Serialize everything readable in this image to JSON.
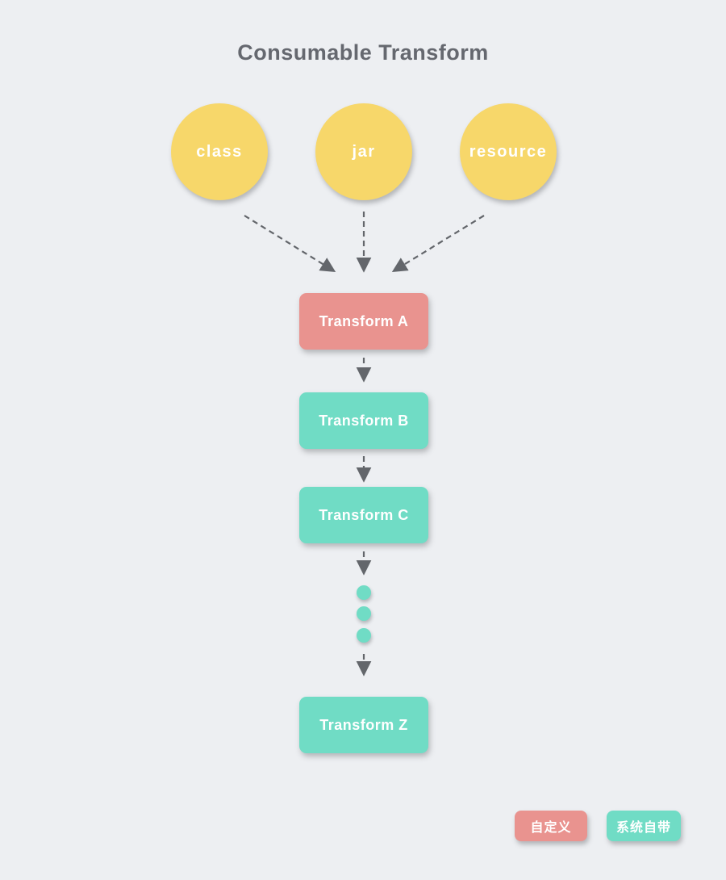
{
  "title": "Consumable Transform",
  "colors": {
    "background": "#edeff2",
    "source_fill": "#f7d76a",
    "custom_fill": "#e9938f",
    "system_fill": "#70dcc5",
    "arrow": "#63666b",
    "title_text": "#65686f",
    "node_text": "#ffffff"
  },
  "sources": [
    {
      "label": "class"
    },
    {
      "label": "jar"
    },
    {
      "label": "resource"
    }
  ],
  "transforms": [
    {
      "label": "Transform A",
      "type": "custom"
    },
    {
      "label": "Transform B",
      "type": "system"
    },
    {
      "label": "Transform C",
      "type": "system"
    },
    {
      "label": "Transform Z",
      "type": "system"
    }
  ],
  "ellipsis": {
    "dot_count": 3
  },
  "legend": [
    {
      "label": "自定义",
      "type": "custom"
    },
    {
      "label": "系统自带",
      "type": "system"
    }
  ]
}
